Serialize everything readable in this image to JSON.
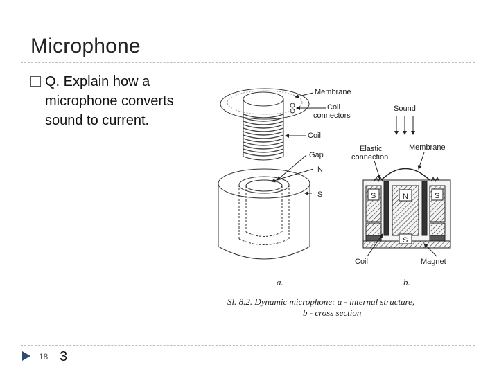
{
  "slide": {
    "title": "Microphone",
    "bullet_text": "Q.  Explain how  a microphone converts sound to current.",
    "slide_number": "18",
    "footer_text": "3"
  },
  "figure": {
    "labels": {
      "membrane_a": "Membrane",
      "coil_connectors_1": "Coil",
      "coil_connectors_2": "connectors",
      "coil": "Coil",
      "gap": "Gap",
      "n_a": "N",
      "s_a": "S",
      "sound": "Sound",
      "elastic_1": "Elastic",
      "elastic_2": "connection",
      "membrane_b": "Membrane",
      "s_left": "S",
      "n_center": "N",
      "s_right": "S",
      "s_bottom": "S",
      "coil_b": "Coil",
      "magnet": "Magnet"
    },
    "sub_a": "a.",
    "sub_b": "b.",
    "caption_1": "Sl. 8.2.  Dynamic microphone: a - internal structure,",
    "caption_2": "b - cross section"
  }
}
